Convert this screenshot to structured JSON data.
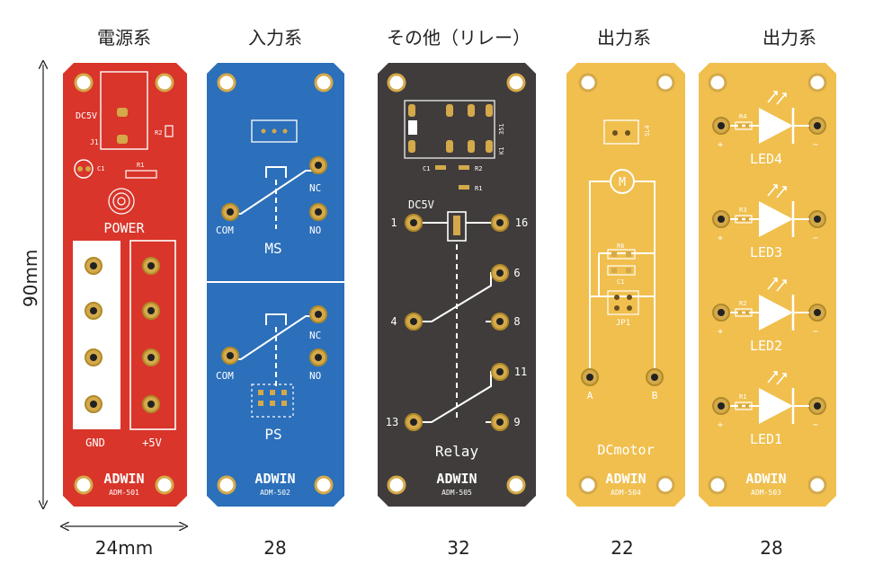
{
  "categories": [
    "電源系",
    "入力系",
    "その他（リレー）",
    "出力系",
    "出力系"
  ],
  "dims": {
    "height": "90mm",
    "width": "24mm",
    "widths": [
      "28",
      "32",
      "22",
      "28"
    ]
  },
  "colors": {
    "red": "#d9352a",
    "blue": "#2c6fba",
    "dark": "#403c3c",
    "yellow": "#f0bf4e",
    "pad": "#d4a94a"
  },
  "boards": {
    "b501": {
      "model": "ADM-501",
      "brand": "ADWIN",
      "title": "POWER",
      "gnd": "GND",
      "plus": "+5V",
      "dc5v": "DC5V",
      "j1": "J1",
      "c1": "C1",
      "r1": "R1",
      "r2": "R2"
    },
    "b502": {
      "model": "ADM-502",
      "brand": "ADWIN",
      "ms": "MS",
      "ps": "PS",
      "com": "COM",
      "nc": "NC",
      "no": "NO"
    },
    "b505": {
      "model": "ADM-505",
      "brand": "ADWIN",
      "title": "Relay",
      "dc5v": "DC5V",
      "pins": [
        "1",
        "16",
        "6",
        "4",
        "8",
        "11",
        "13",
        "9"
      ],
      "k1": "K1",
      "r1": "R1",
      "r2": "R2",
      "c1": "C1",
      "code": "351"
    },
    "b504": {
      "model": "ADM-504",
      "brand": "ADWIN",
      "title": "DCmotor",
      "a": "A",
      "b": "B",
      "jp1": "JP1",
      "r6": "R6",
      "c1": "C1",
      "m": "M",
      "sl": "SL4"
    },
    "b503": {
      "model": "ADM-503",
      "brand": "ADWIN",
      "leds": [
        "LED4",
        "LED3",
        "LED2",
        "LED1"
      ],
      "res": [
        "R4",
        "R3",
        "R2",
        "R1"
      ],
      "plus": "+",
      "minus": "−"
    }
  }
}
